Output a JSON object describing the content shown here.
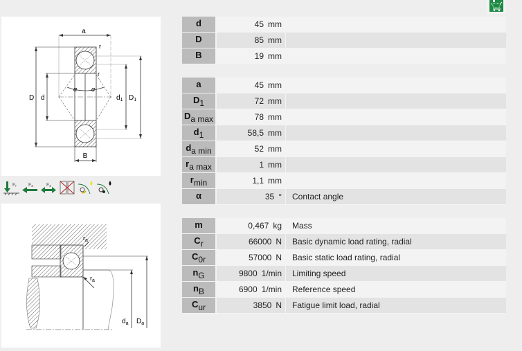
{
  "toolbar": {
    "cart_icon": "shopping-cart-icon"
  },
  "drawings": {
    "main_labels": {
      "a": "a",
      "r_top": "r",
      "r_mid": "r",
      "D": "D",
      "d": "d",
      "d1": "d",
      "d1_sub": "1",
      "D1": "D",
      "D1_sub": "1",
      "B": "B",
      "alpha_left": "α",
      "alpha_right": "α"
    },
    "mounting_labels": {
      "ra_top": "r",
      "ra_top_sub": "a",
      "ra_bottom": "r",
      "ra_bottom_sub": "a",
      "da": "d",
      "da_sub": "a",
      "Da": "D",
      "Da_sub": "a"
    }
  },
  "symbol_icons": [
    {
      "name": "radial-load-icon",
      "label": "F",
      "sub": "r"
    },
    {
      "name": "axial-load-one-direction-icon",
      "label": "F",
      "sub": "a"
    },
    {
      "name": "axial-load-both-directions-icon",
      "label": "F",
      "sub": "a"
    },
    {
      "name": "not-separable-icon"
    },
    {
      "name": "grease-lubrication-icon"
    },
    {
      "name": "oil-lubrication-icon"
    }
  ],
  "dimensions_main": [
    {
      "symbol": "d",
      "sub": "",
      "value": "45",
      "unit": "mm",
      "desc": ""
    },
    {
      "symbol": "D",
      "sub": "",
      "value": "85",
      "unit": "mm",
      "desc": ""
    },
    {
      "symbol": "B",
      "sub": "",
      "value": "19",
      "unit": "mm",
      "desc": ""
    }
  ],
  "dimensions_detail": [
    {
      "symbol": "a",
      "sub": "",
      "value": "45",
      "unit": "mm",
      "desc": ""
    },
    {
      "symbol": "D",
      "sub": "1",
      "value": "72",
      "unit": "mm",
      "desc": ""
    },
    {
      "symbol": "D",
      "sub": "a max",
      "value": "78",
      "unit": "mm",
      "desc": ""
    },
    {
      "symbol": "d",
      "sub": "1",
      "value": "58,5",
      "unit": "mm",
      "desc": ""
    },
    {
      "symbol": "d",
      "sub": "a min",
      "value": "52",
      "unit": "mm",
      "desc": ""
    },
    {
      "symbol": "r",
      "sub": "a max",
      "value": "1",
      "unit": "mm",
      "desc": ""
    },
    {
      "symbol": "r",
      "sub": "min",
      "value": "1,1",
      "unit": "mm",
      "desc": ""
    },
    {
      "symbol": "α",
      "sub": "",
      "value": "35",
      "unit": "°",
      "desc": "Contact angle"
    }
  ],
  "performance": [
    {
      "symbol": "m",
      "sub": "",
      "value": "0,467",
      "unit": "kg",
      "desc": "Mass"
    },
    {
      "symbol": "C",
      "sub": "r",
      "value": "66000",
      "unit": "N",
      "desc": "Basic dynamic load rating, radial"
    },
    {
      "symbol": "C",
      "sub": "0r",
      "value": "57000",
      "unit": "N",
      "desc": "Basic static load rating, radial"
    },
    {
      "symbol": "n",
      "sub": "G",
      "value": "9800",
      "unit": "1/min",
      "desc": "Limiting speed"
    },
    {
      "symbol": "n",
      "sub": "B",
      "value": "6900",
      "unit": "1/min",
      "desc": "Reference speed"
    },
    {
      "symbol": "C",
      "sub": "ur",
      "value": "3850",
      "unit": "N",
      "desc": "Fatigue limit load, radial"
    }
  ]
}
